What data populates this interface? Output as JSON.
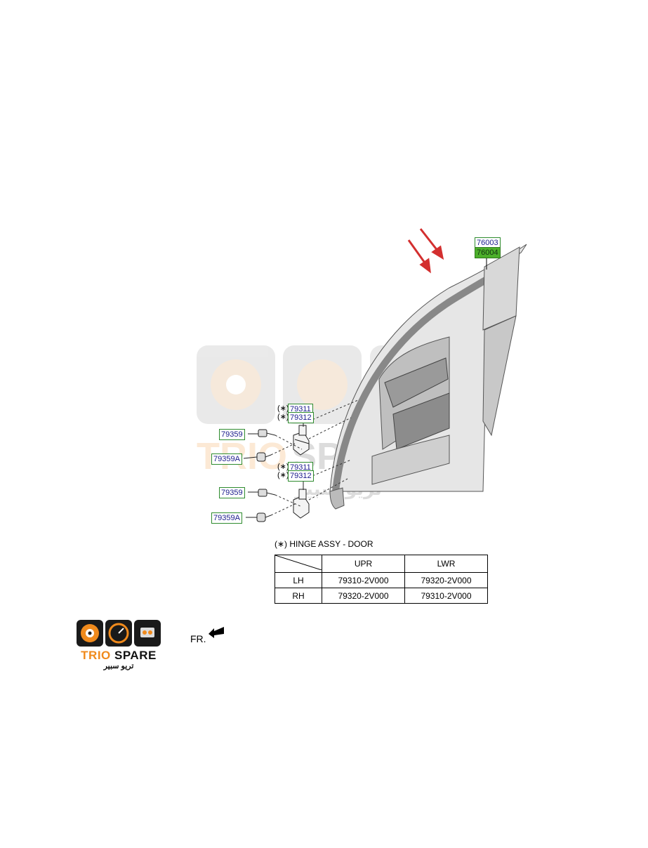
{
  "parts": {
    "door_panel_1": "76003",
    "door_panel_2": "76004",
    "upper_hinge_1": "79311",
    "upper_hinge_2": "79312",
    "upper_bolt_1": "79359",
    "upper_bolt_2": "79359A",
    "lower_hinge_1": "79311",
    "lower_hinge_2": "79312",
    "lower_bolt_1": "79359",
    "lower_bolt_2": "79359A",
    "star_marker": "(∗)"
  },
  "hinge_table": {
    "title": "(∗) HINGE ASSY - DOOR",
    "columns": [
      "UPR",
      "LWR"
    ],
    "rows": [
      {
        "side": "LH",
        "upr": "79310-2V000",
        "lwr": "79320-2V000"
      },
      {
        "side": "RH",
        "upr": "79320-2V000",
        "lwr": "79310-2V000"
      }
    ]
  },
  "orientation": {
    "label": "FR."
  },
  "logo": {
    "brand_part1": "TRIO",
    "brand_part2": "SPARE",
    "brand_arabic": "تريو سبير"
  },
  "watermark": {
    "text_part1": "TRIO",
    "text_part2": "SPARE",
    "text_arabic": "تريو سبير"
  },
  "colors": {
    "arrow": "#d32f2f",
    "label_border": "#2e8b2e",
    "label_fill": "#4caf2a",
    "accent": "#f08a1c"
  }
}
